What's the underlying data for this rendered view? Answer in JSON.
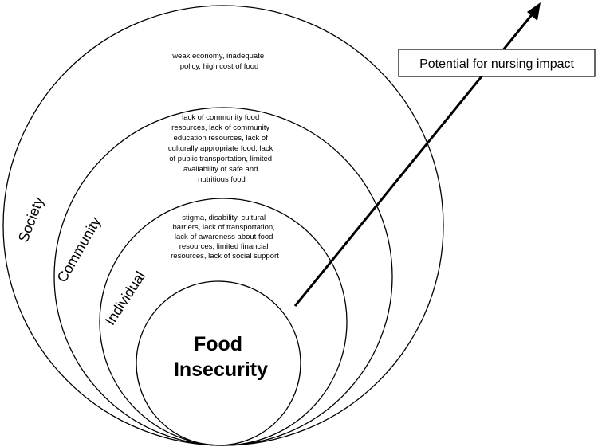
{
  "rings": {
    "society": {
      "label": "Society",
      "factors": [
        "weak economy, inadequate",
        "policy, high cost of food"
      ]
    },
    "community": {
      "label": "Community",
      "factors": [
        "lack of community food",
        "resources, lack of community",
        "education resources, lack of",
        "culturally appropriate food, lack",
        "of public transportation, limited",
        "availability of safe and",
        "nutritious food"
      ]
    },
    "individual": {
      "label": "Individual",
      "factors": [
        "stigma, disability, cultural",
        "barriers, lack of transportation,",
        "lack of awareness about food",
        "resources, limited financial",
        "resources, lack of social support"
      ]
    },
    "core": {
      "lines": [
        "Food",
        "Insecurity"
      ]
    }
  },
  "callout": {
    "text": "Potential for nursing impact"
  }
}
